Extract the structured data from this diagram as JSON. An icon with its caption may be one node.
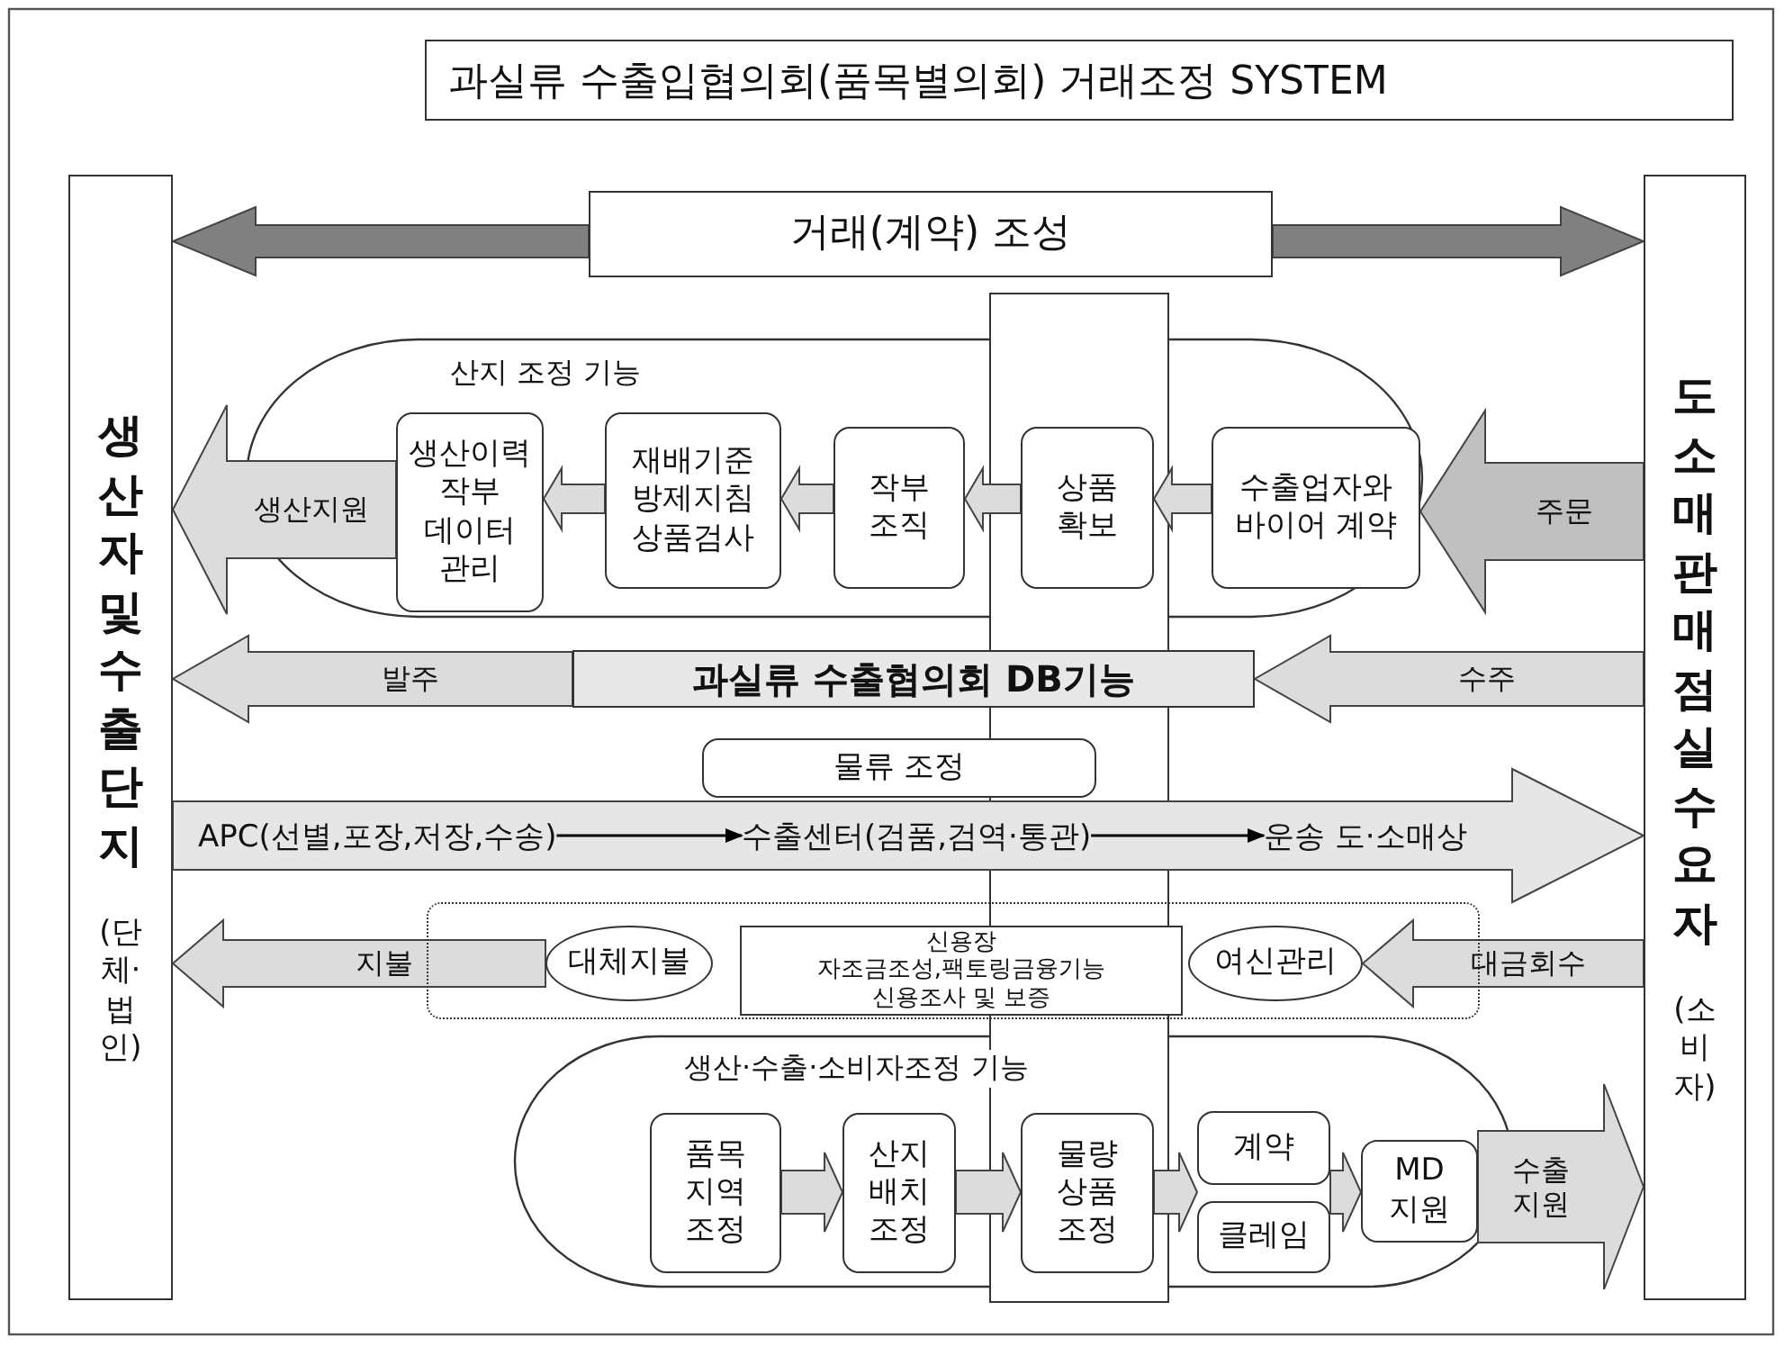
{
  "diagram": {
    "title": "과실류 수출입협의회(품목별의회) 거래조정 SYSTEM",
    "nodes": [
      {
        "text": [
          "생산자 및 수출단지",
          "(단체·법인)"
        ]
      },
      {
        "text": [
          "도소매판매점 실수요자",
          "(소비자)"
        ]
      },
      {
        "text": [
          "거래(계약) 조성"
        ]
      },
      {
        "text": [
          "산지 조정 기능"
        ]
      },
      {
        "text": [
          "생산이력 작부 데이터 관리"
        ],
        "in": 3
      },
      {
        "text": [
          "재배기준 방제지침 상품검사"
        ],
        "in": 3
      },
      {
        "text": [
          "작부 조직"
        ],
        "in": 3
      },
      {
        "text": [
          "상품 확보"
        ],
        "in": 3
      },
      {
        "text": [
          "수출업자와 바이어 계약"
        ],
        "in": 3
      },
      {
        "text": [
          "과실류 수출협의회 DB기능"
        ]
      },
      {
        "text": [
          "물류 조정"
        ]
      },
      {
        "text": [
          "APC(선별,포장,저장,수송)"
        ]
      },
      {
        "text": [
          "수출센터(검품,검역·통관)"
        ]
      },
      {
        "text": [
          "운송 도·소매상"
        ]
      },
      {
        "text": [],
        "shape": "box"
      },
      {
        "text": [
          "대체지불"
        ],
        "in": 14
      },
      {
        "text": [
          "신용장",
          "자조금조성,팩토링금융기능",
          "신용조사 및 보증"
        ],
        "in": 14
      },
      {
        "text": [
          "여신관리"
        ],
        "in": 14
      },
      {
        "text": [
          "생산·수출·소비자조정 기능"
        ]
      },
      {
        "text": [
          "품목 지역 조정"
        ],
        "in": 18
      },
      {
        "text": [
          "산지 배치 조정"
        ],
        "in": 18
      },
      {
        "text": [
          "물량 상품 조정"
        ],
        "in": 18
      },
      {
        "text": [
          "계약"
        ],
        "in": 18
      },
      {
        "text": [
          "클레임"
        ],
        "in": 18
      },
      {
        "text": [
          "MD 지원"
        ],
        "in": 18
      }
    ],
    "edges": [
      {
        "from": 2,
        "to": 0,
        "arrow": "to",
        "style": "thick",
        "color": "#808080"
      },
      {
        "from": 2,
        "to": 1,
        "arrow": "to",
        "style": "thick",
        "color": "#808080"
      },
      {
        "from": 8,
        "to": 7,
        "arrow": "to",
        "style": "thick"
      },
      {
        "from": 7,
        "to": 6,
        "arrow": "to",
        "style": "thick"
      },
      {
        "from": 6,
        "to": 5,
        "arrow": "to",
        "style": "thick"
      },
      {
        "from": 5,
        "to": 4,
        "arrow": "to",
        "style": "thick"
      },
      {
        "from": 4,
        "to": 0,
        "arrow": "to",
        "style": "thick",
        "label": "생산지원"
      },
      {
        "from": 1,
        "to": 8,
        "arrow": "to",
        "style": "thick",
        "label": "주문",
        "color": "#c0c0c0"
      },
      {
        "from": 9,
        "to": 0,
        "arrow": "to",
        "style": "thick",
        "label": "발주"
      },
      {
        "from": 1,
        "to": 9,
        "arrow": "to",
        "style": "thick",
        "label": "수주"
      },
      {
        "from": 0,
        "to": 1,
        "arrow": "to",
        "style": "thick"
      },
      {
        "from": 11,
        "to": 12,
        "arrow": "to",
        "color": "#000000"
      },
      {
        "from": 12,
        "to": 13,
        "arrow": "to",
        "color": "#000000"
      },
      {
        "from": 15,
        "to": 0,
        "arrow": "to",
        "style": "thick",
        "label": "지불"
      },
      {
        "from": 1,
        "to": 17,
        "arrow": "to",
        "style": "thick",
        "label": "대금회수"
      },
      {
        "from": 19,
        "to": 20,
        "arrow": "to",
        "style": "thick"
      },
      {
        "from": 20,
        "to": 21,
        "arrow": "to",
        "style": "thick"
      },
      {
        "from": 21,
        "to": 22,
        "arrow": "to",
        "style": "thick"
      },
      {
        "from": 21,
        "to": 23,
        "arrow": "to",
        "style": "thick"
      },
      {
        "from": 22,
        "to": 24,
        "arrow": "to",
        "style": "thick"
      },
      {
        "from": 23,
        "to": 24,
        "arrow": "to",
        "style": "thick"
      },
      {
        "from": 24,
        "to": 1,
        "arrow": "to",
        "style": "thick",
        "label": "수출 지원"
      }
    ]
  }
}
